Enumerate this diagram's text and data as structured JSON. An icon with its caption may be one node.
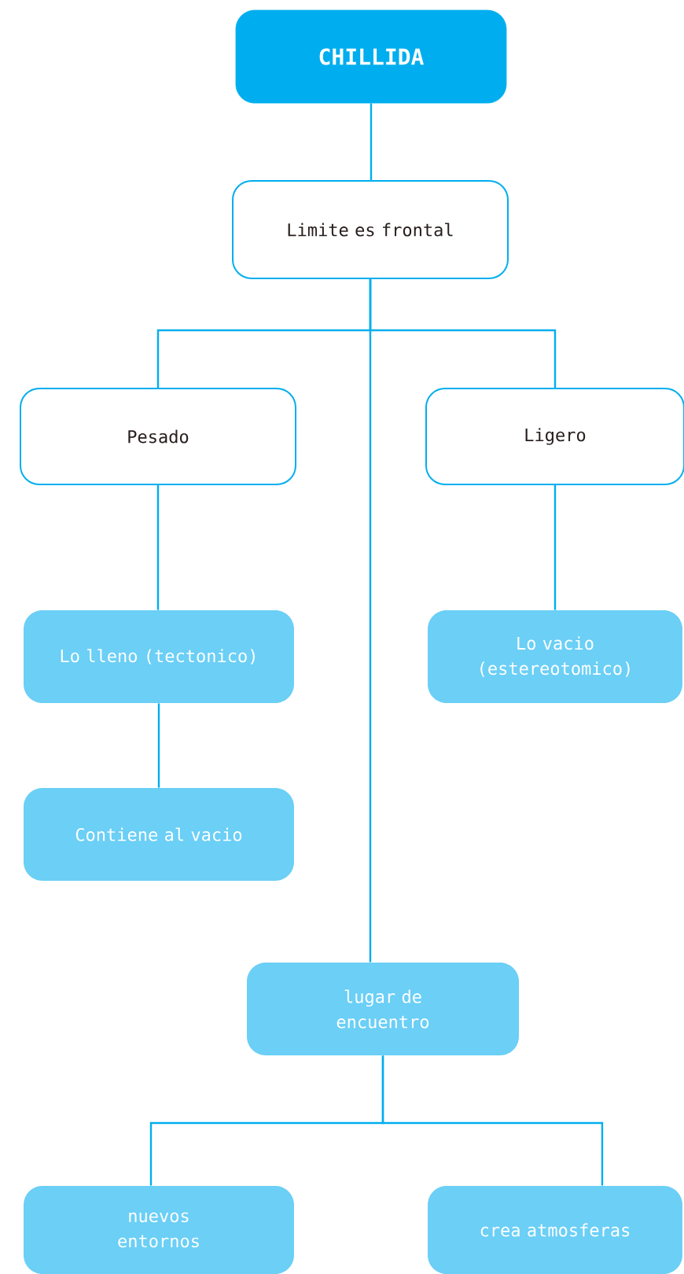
{
  "diagram": {
    "nodes": [
      {
        "text": [
          "CHILLIDA"
        ]
      },
      {
        "text": [
          "Limite es frontal"
        ]
      },
      {
        "text": [
          "Pesado"
        ]
      },
      {
        "text": [
          "Ligero"
        ]
      },
      {
        "text": [
          "Lo lleno (tectonico)"
        ]
      },
      {
        "text": [
          "Lo vacio (estereotomico)"
        ]
      },
      {
        "text": [
          "Contiene al vacio"
        ]
      },
      {
        "text": [
          "lugar de encuentro"
        ]
      },
      {
        "text": [
          "nuevos entornos"
        ]
      },
      {
        "text": [
          "crea atmosferas"
        ]
      }
    ],
    "edges": [
      {
        "from": 0,
        "to": 1,
        "arrow": "none"
      },
      {
        "from": 1,
        "to": 2,
        "arrow": "none"
      },
      {
        "from": 1,
        "to": 3,
        "arrow": "none"
      },
      {
        "from": 1,
        "to": 7,
        "arrow": "none"
      },
      {
        "from": 2,
        "to": 4,
        "arrow": "none"
      },
      {
        "from": 3,
        "to": 5,
        "arrow": "none"
      },
      {
        "from": 4,
        "to": 6,
        "arrow": "none"
      },
      {
        "from": 7,
        "to": 8,
        "arrow": "none"
      },
      {
        "from": 7,
        "to": 9,
        "arrow": "none"
      }
    ]
  }
}
